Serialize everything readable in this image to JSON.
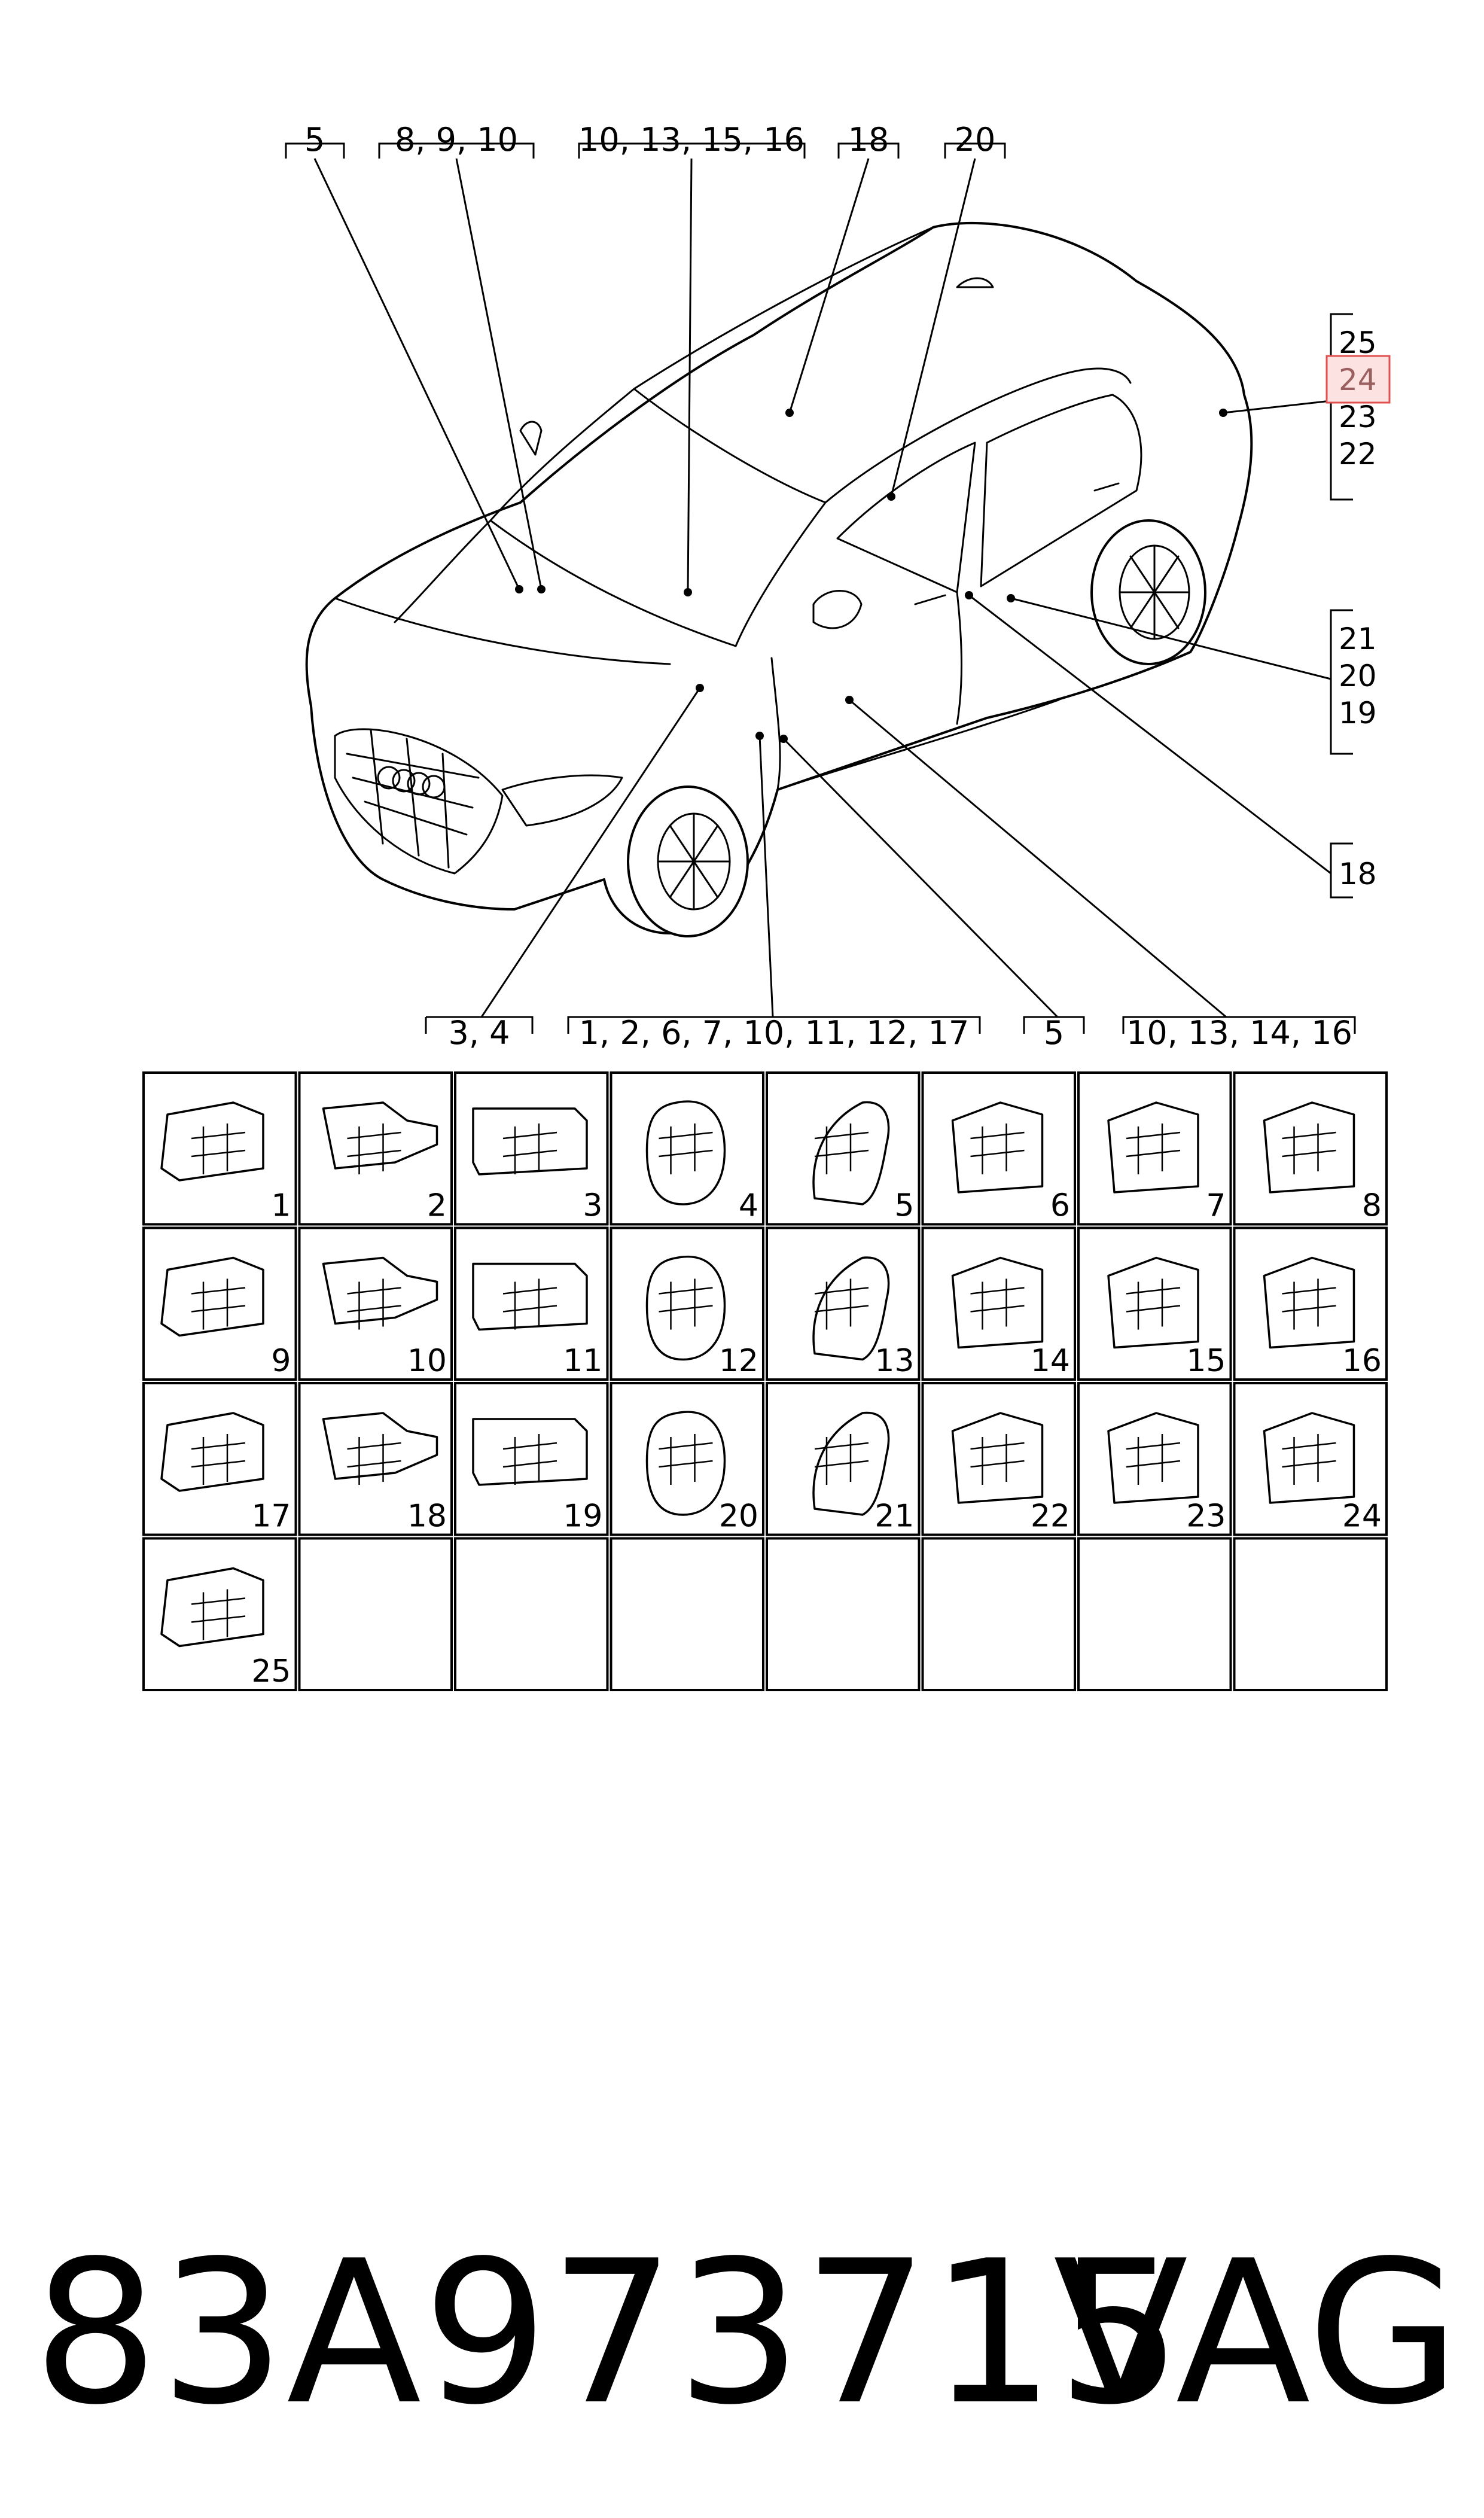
{
  "callouts_top": [
    {
      "text": "5"
    },
    {
      "text": "8, 9, 10"
    },
    {
      "text": "10, 13, 15, 16"
    },
    {
      "text": "18"
    },
    {
      "text": "20"
    }
  ],
  "callouts_bottom": [
    {
      "text": "3, 4"
    },
    {
      "text": "1, 2, 6, 7, 10, 11, 12, 17"
    },
    {
      "text": "5"
    },
    {
      "text": "10, 13, 14, 16"
    }
  ],
  "callouts_right": [
    {
      "items": [
        "25",
        "24",
        "23",
        "22"
      ],
      "highlighted": "24"
    },
    {
      "items": [
        "21",
        "20",
        "19"
      ]
    },
    {
      "items": [
        "18"
      ]
    }
  ],
  "highlight_color": "#e05050",
  "grid": {
    "cells": [
      "1",
      "2",
      "3",
      "4",
      "5",
      "6",
      "7",
      "8",
      "9",
      "10",
      "11",
      "12",
      "13",
      "14",
      "15",
      "16",
      "17",
      "18",
      "19",
      "20",
      "21",
      "22",
      "23",
      "24",
      "25",
      "",
      "",
      "",
      "",
      "",
      "",
      ""
    ]
  },
  "footer": {
    "part_number": "83A973715",
    "brand": "VAG"
  }
}
